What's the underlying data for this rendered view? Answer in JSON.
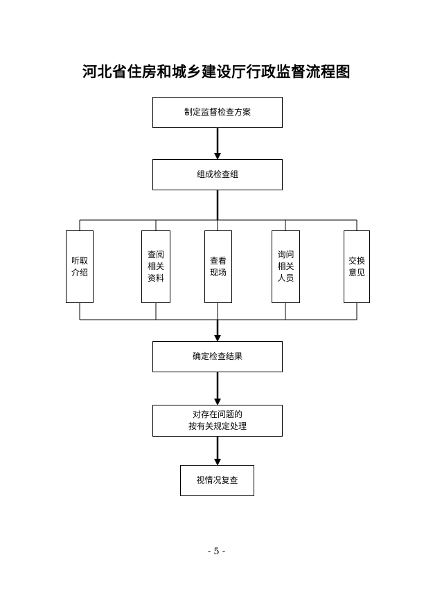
{
  "title": "河北省住房和城乡建设厅行政监督流程图",
  "nodes": {
    "step1": "制定监督检查方案",
    "step2": "组成检查组",
    "branch1": "听取\n介绍",
    "branch2": "查阅\n相关\n资料",
    "branch3": "查看\n现场",
    "branch4": "询问\n相关\n人员",
    "branch5": "交换\n意见",
    "step3": "确定检查结果",
    "step4": "对存在问题的\n按有关规定处理",
    "step5": "视情况复查"
  },
  "page_number": "- 5 -"
}
